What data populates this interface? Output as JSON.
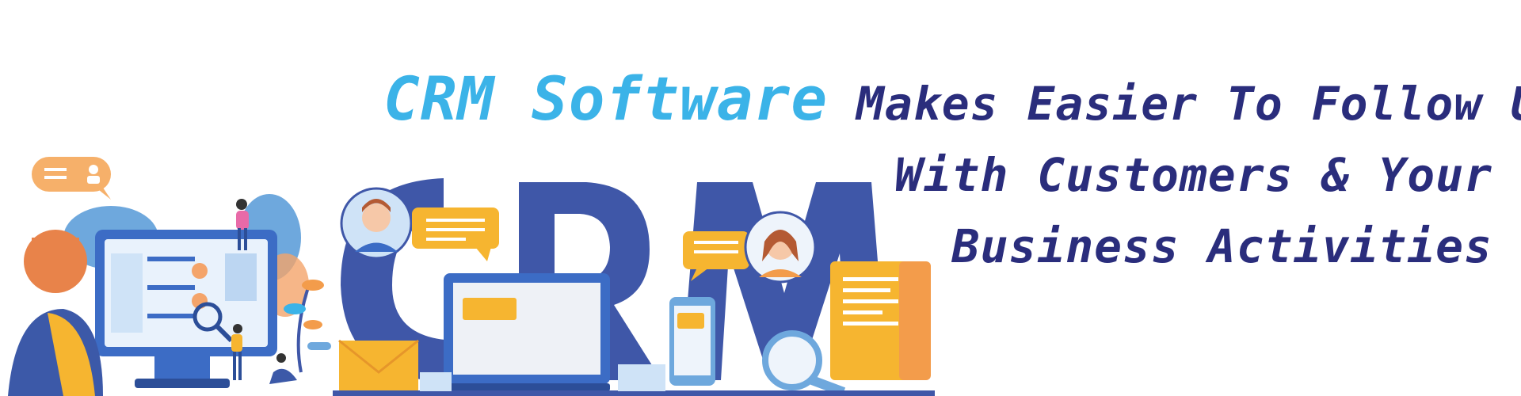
{
  "headline": {
    "brand": "CRM Software",
    "line1_rest": "Makes Easier To Follow Up",
    "line2": "With Customers & Your",
    "line3": "Business Activities"
  },
  "colors": {
    "brand": "#3bb3e8",
    "text": "#2a2d7c",
    "crm_letters": "#3f57a8",
    "accent_yellow": "#f6b530",
    "accent_orange": "#f39c4b",
    "light_blue": "#cfe3f7"
  },
  "illustration": {
    "big_letters": "CRM",
    "icons": [
      "monitor-icon",
      "person-avatar-icon",
      "chat-bubble-icon",
      "laptop-icon",
      "phone-icon",
      "magnifier-icon",
      "envelope-icon",
      "document-icon",
      "plant-icon"
    ]
  }
}
